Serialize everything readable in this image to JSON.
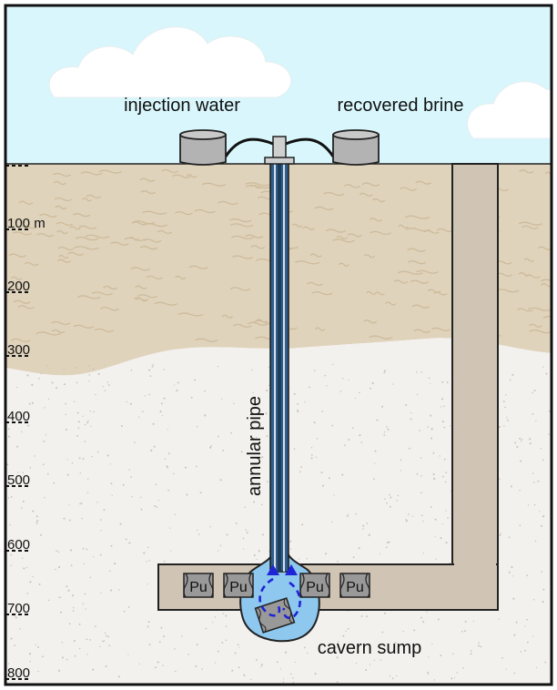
{
  "labels": {
    "injection_water": "injection water",
    "recovered_brine": "recovered brine",
    "annular_pipe": "annular pipe",
    "cavern_sump": "cavern sump"
  },
  "depth_ticks": [
    "100 m",
    "200",
    "300",
    "400",
    "500",
    "600",
    "700",
    "800"
  ],
  "canister_label": "Pu",
  "colors": {
    "sky": "#d8f6fb",
    "cloud": "#ffffff",
    "soil": "#e0d3bc",
    "soil_texture": "#cdbb9a",
    "rock": "#f3f1ee",
    "rock_speckle": "#c8c4bd",
    "tunnel": "#d0c4b4",
    "tank": "#b3b3b3",
    "canister": "#999999",
    "water": "#8ec8ef",
    "flow_arrow": "#1f24d6",
    "pipe_blue": "#2f5e8c",
    "outline": "#222222"
  }
}
